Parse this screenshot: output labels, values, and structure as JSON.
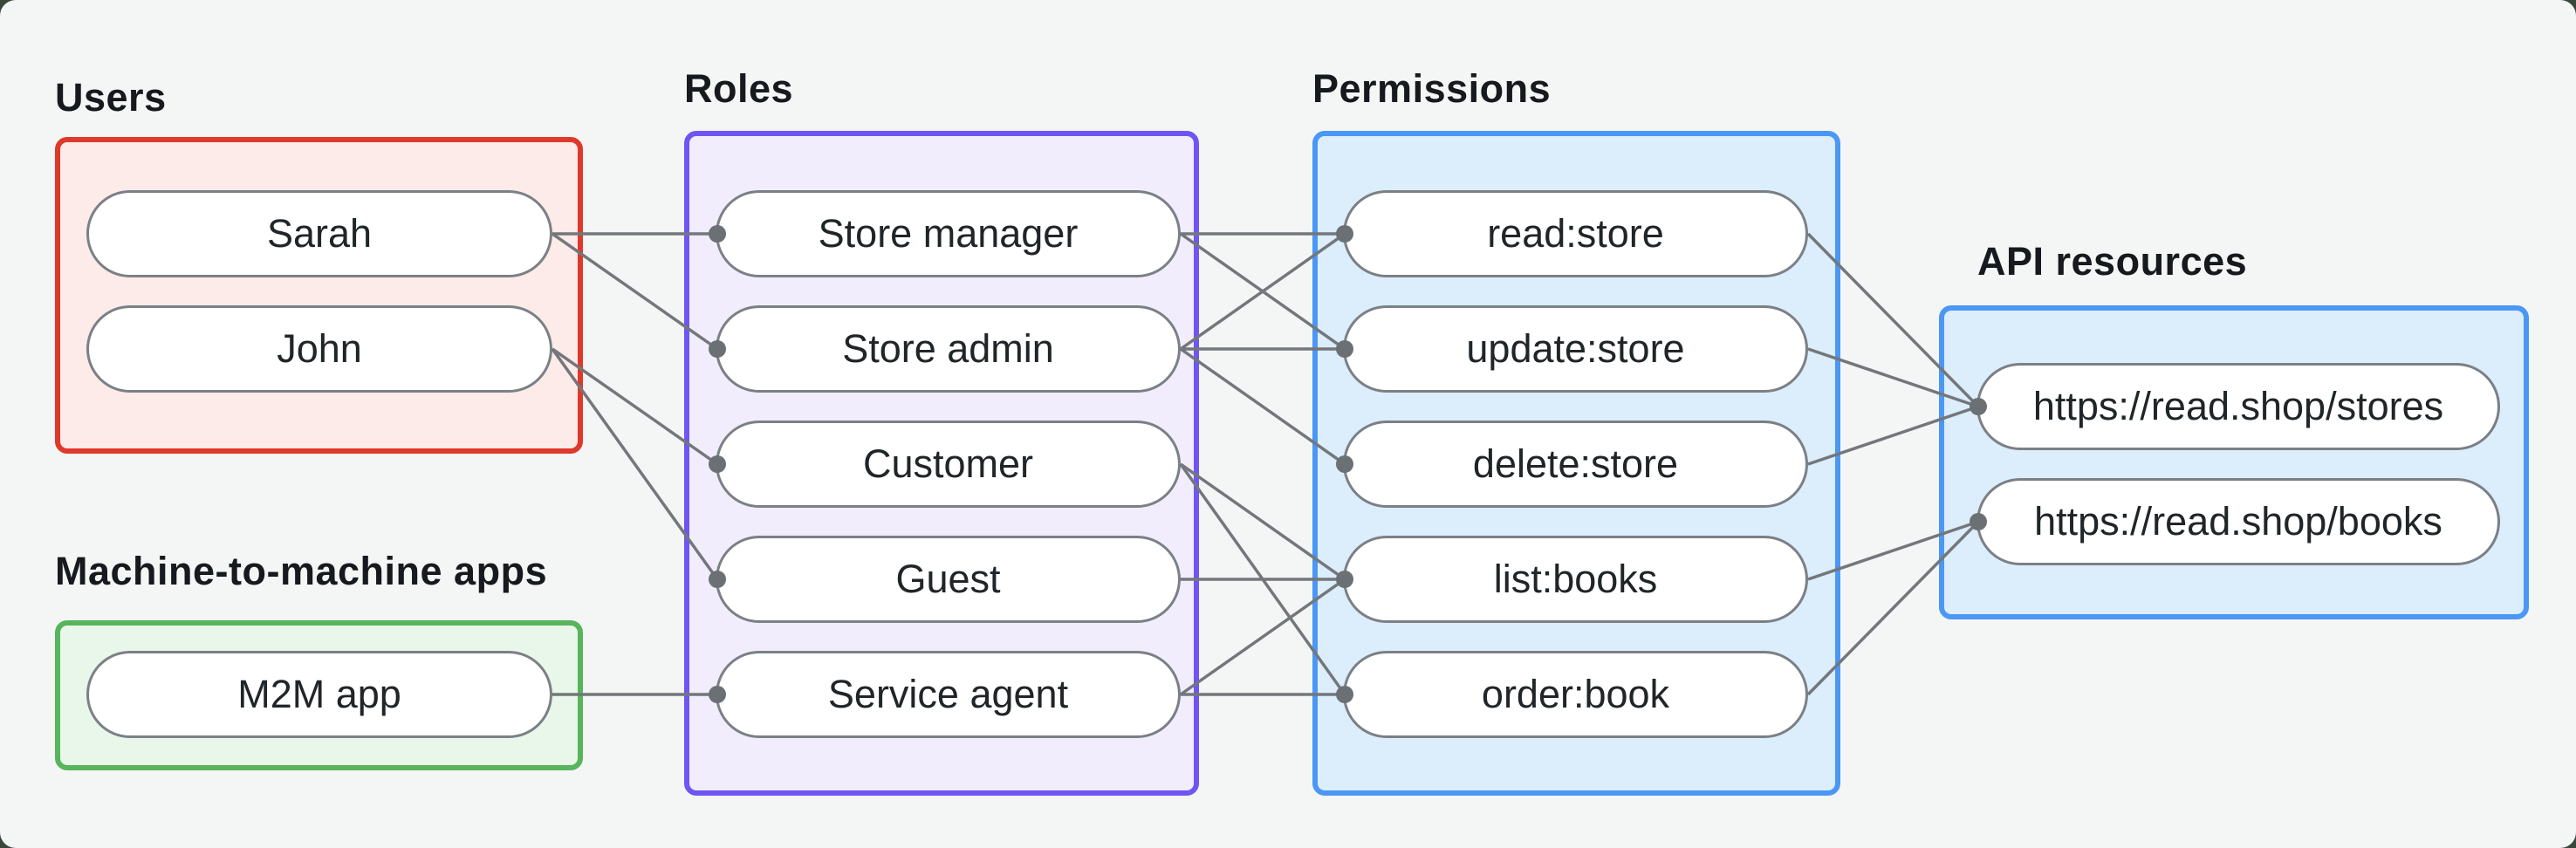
{
  "canvas": {
    "background": "#f4f6f5",
    "outer_background": "#38483d"
  },
  "style": {
    "line_color": "#73777b",
    "dot_color": "#6b7074",
    "node_border": "#7b8085",
    "node_fill": "#ffffff",
    "text_color": "#202528"
  },
  "groups": [
    {
      "id": "users",
      "label": "Users",
      "border": "#df392b",
      "fill": "#fcebe8",
      "nodes": [
        {
          "id": "sarah",
          "label": "Sarah"
        },
        {
          "id": "john",
          "label": "John"
        }
      ]
    },
    {
      "id": "m2m",
      "label": "Machine-to-machine apps",
      "border": "#57b55b",
      "fill": "#e9f6ea",
      "nodes": [
        {
          "id": "m2m-app",
          "label": "M2M app"
        }
      ]
    },
    {
      "id": "roles",
      "label": "Roles",
      "border": "#6f55f2",
      "fill": "#f2edfc",
      "nodes": [
        {
          "id": "store-manager",
          "label": "Store manager"
        },
        {
          "id": "store-admin",
          "label": "Store admin"
        },
        {
          "id": "customer",
          "label": "Customer"
        },
        {
          "id": "guest",
          "label": "Guest"
        },
        {
          "id": "service-agent",
          "label": "Service agent"
        }
      ]
    },
    {
      "id": "permissions",
      "label": "Permissions",
      "border": "#4b97f6",
      "fill": "#dcedfb",
      "nodes": [
        {
          "id": "read-store",
          "label": "read:store"
        },
        {
          "id": "update-store",
          "label": "update:store"
        },
        {
          "id": "delete-store",
          "label": "delete:store"
        },
        {
          "id": "list-books",
          "label": "list:books"
        },
        {
          "id": "order-book",
          "label": "order:book"
        }
      ]
    },
    {
      "id": "api",
      "label": "API resources",
      "border": "#4b97f6",
      "fill": "#dcedfb",
      "nodes": [
        {
          "id": "stores-api",
          "label": "https://read.shop/stores"
        },
        {
          "id": "books-api",
          "label": "https://read.shop/books"
        }
      ]
    }
  ],
  "edges": [
    {
      "from": "sarah",
      "to": "store-manager"
    },
    {
      "from": "sarah",
      "to": "store-admin"
    },
    {
      "from": "john",
      "to": "customer"
    },
    {
      "from": "john",
      "to": "guest"
    },
    {
      "from": "m2m-app",
      "to": "service-agent"
    },
    {
      "from": "store-manager",
      "to": "read-store"
    },
    {
      "from": "store-manager",
      "to": "update-store"
    },
    {
      "from": "store-admin",
      "to": "read-store"
    },
    {
      "from": "store-admin",
      "to": "update-store"
    },
    {
      "from": "store-admin",
      "to": "delete-store"
    },
    {
      "from": "customer",
      "to": "list-books"
    },
    {
      "from": "customer",
      "to": "order-book"
    },
    {
      "from": "guest",
      "to": "list-books"
    },
    {
      "from": "service-agent",
      "to": "list-books"
    },
    {
      "from": "service-agent",
      "to": "order-book"
    },
    {
      "from": "read-store",
      "to": "stores-api"
    },
    {
      "from": "update-store",
      "to": "stores-api"
    },
    {
      "from": "delete-store",
      "to": "stores-api"
    },
    {
      "from": "list-books",
      "to": "books-api"
    },
    {
      "from": "order-book",
      "to": "books-api"
    }
  ]
}
